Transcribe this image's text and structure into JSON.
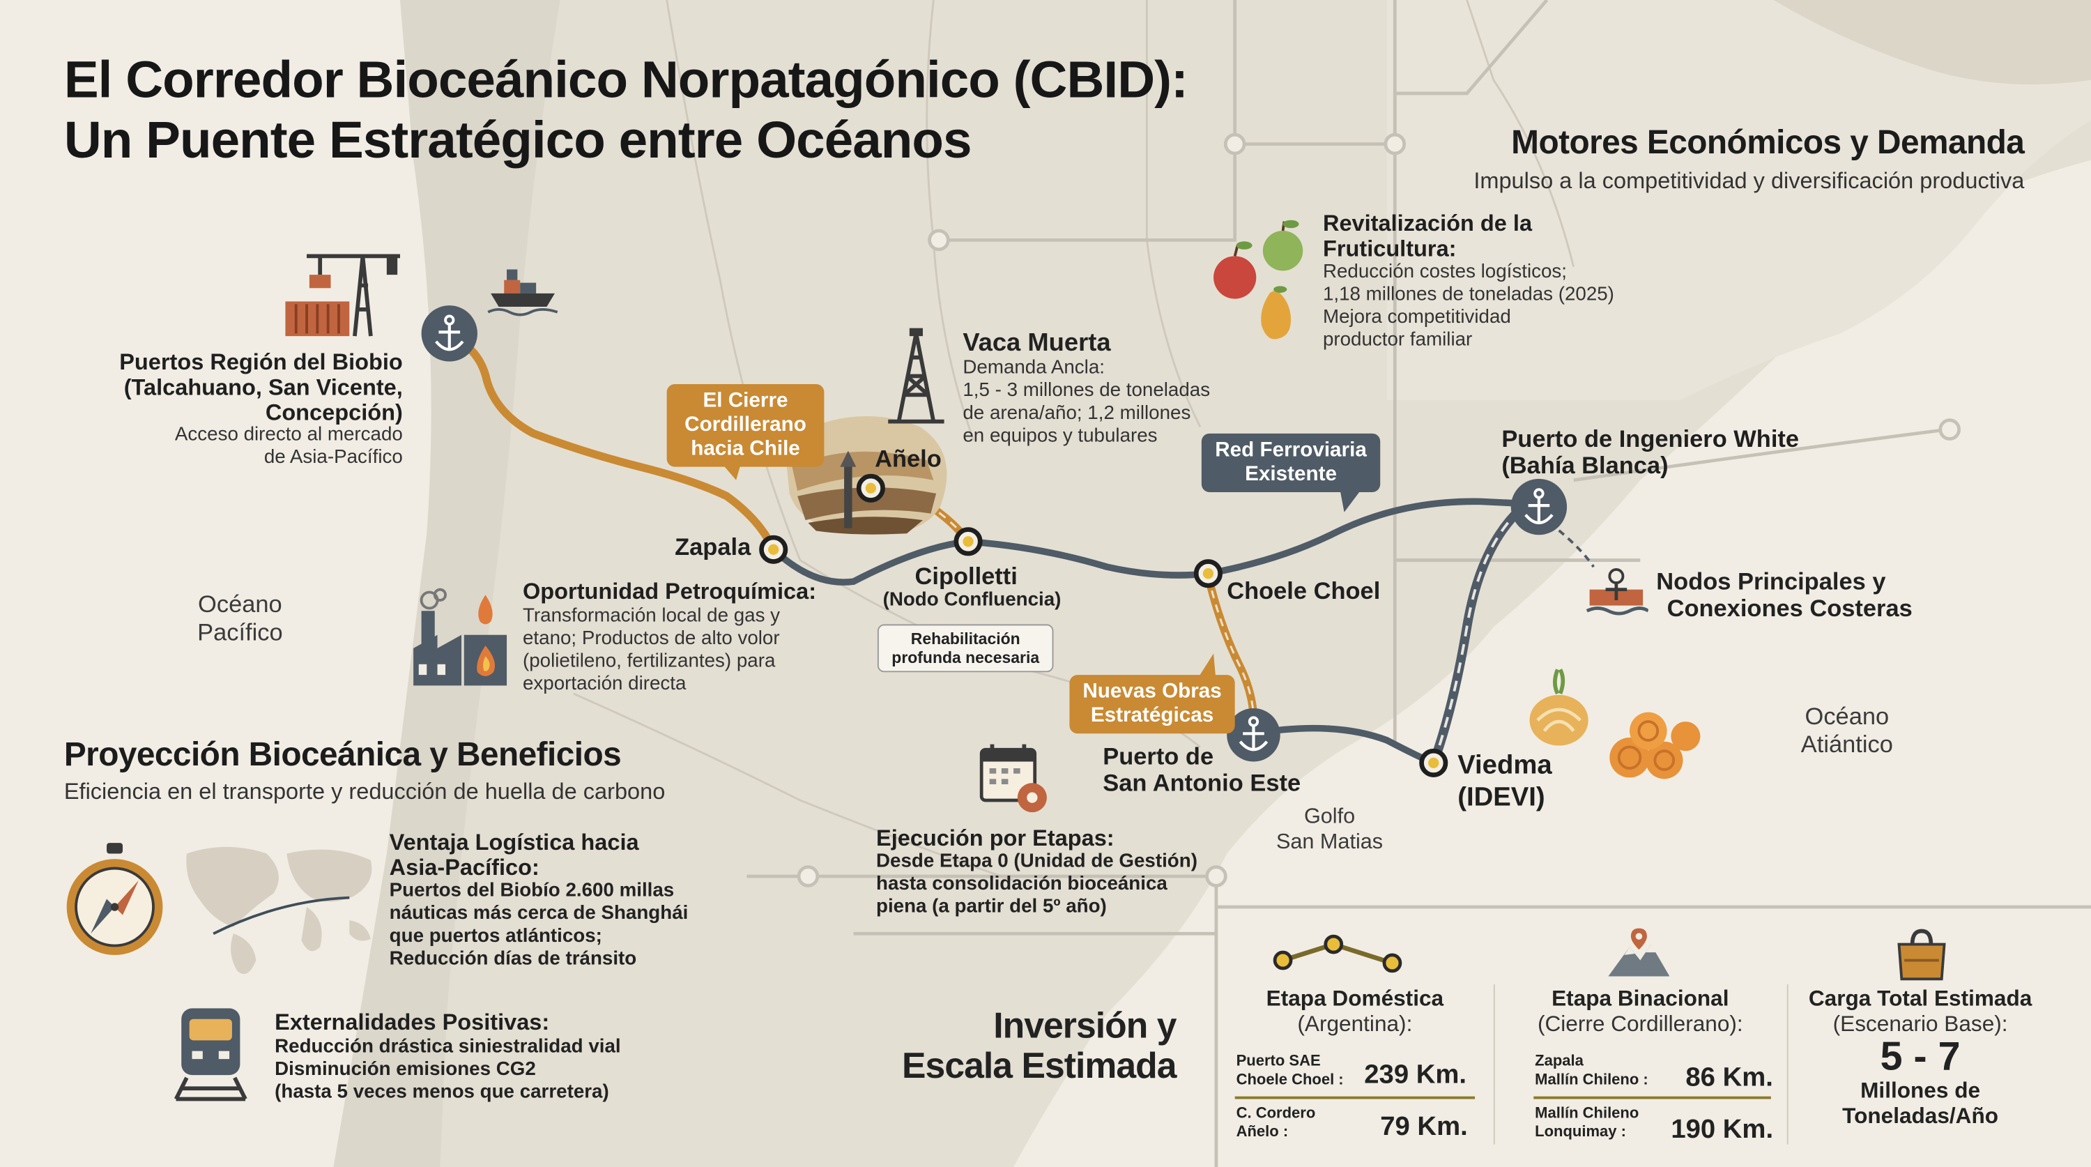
{
  "title": {
    "line1": "El Corredor Bioceánico Norpatagónico (CBID):",
    "line2": "Un Puente Estratégico entre Océanos"
  },
  "motores": {
    "heading": "Motores Económicos y Demanda",
    "subtitle": "Impulso a la competitividad y diversificación productiva",
    "fruticultura": {
      "title_l1": "Revitalización de la",
      "title_l2": "Fruticultura:",
      "l1": "Reducción costes logísticos;",
      "l2": "1,18 millones de toneladas (2025)",
      "l3": "Mejora competitividad",
      "l4": "productor familiar"
    }
  },
  "vaca_muerta": {
    "title": "Vaca Muerta",
    "l1": "Demanda Ancla:",
    "l2": "1,5 - 3 millones de toneladas",
    "l3": "de arena/año; 1,2 millones",
    "l4": "en equipos y tubulares"
  },
  "biobio": {
    "title_l1": "Puertos Región del Biobio",
    "title_l2": "(Talcahuano, San Vicente,",
    "title_l3": "Concepción)",
    "l1": "Acceso directo al mercado",
    "l2": "de Asia-Pacífico"
  },
  "petroquimica": {
    "title": "Oportunidad Petroquímica:",
    "l1": "Transformación local de gas y",
    "l2": "etano; Productos de alto volor",
    "l3": "(polietileno, fertilizantes) para",
    "l4": "exportación directa"
  },
  "oceans": {
    "pacific_l1": "Océano",
    "pacific_l2": "Pacífico",
    "atlantic_l1": "Océano",
    "atlantic_l2": "Atiántico",
    "gulf_l1": "Golfo",
    "gulf_l2": "San Matias"
  },
  "tags": {
    "cierre_l1": "El Cierre",
    "cierre_l2": "Cordillerano",
    "cierre_l3": "hacia Chile",
    "red_l1": "Red Ferroviaria",
    "red_l2": "Existente",
    "nuevas_l1": "Nuevas Obras",
    "nuevas_l2": "Estratégicas",
    "rehab_l1": "Rehabilitación",
    "rehab_l2": "profunda necesaria"
  },
  "cities": {
    "anelo": "Añelo",
    "zapala": "Zapala",
    "cipolletti": "Cipolletti",
    "cipolletti_sub": "(Nodo Confluencia)",
    "choele": "Choele Choel",
    "white_l1": "Puerto de Ingeniero White",
    "white_l2": "(Bahía Blanca)",
    "sae_l1": "Puerto de",
    "sae_l2": "San Antonio Este",
    "viedma_l1": "Viedma",
    "viedma_l2": "(IDEVI)"
  },
  "nodos": {
    "l1": "Nodos Principales y",
    "l2": "Conexiones Costeras"
  },
  "proyeccion": {
    "heading": "Proyección Bioceánica y Beneficios",
    "subtitle": "Eficiencia en el transporte y reducción de huella de carbono",
    "ventaja": {
      "title_l1": "Ventaja Logística hacia",
      "title_l2": "Asia-Pacífico:",
      "l1": "Puertos del Biobío 2.600 millas",
      "l2": "náuticas más cerca de Shanghái",
      "l3": "que puertos atlánticos;",
      "l4": "Reducción días de tránsito"
    },
    "externalidades": {
      "title": "Externalidades Positivas:",
      "l1": "Reducción drástica siniestralidad vial",
      "l2": "Disminución emisiones CG2",
      "l3": "(hasta 5 veces menos que carretera)"
    }
  },
  "ejecucion": {
    "title": "Ejecución por Etapas:",
    "l1": "Desde Etapa 0 (Unidad de Gestión)",
    "l2": "hasta consolidación bioceánica",
    "l3": "piena (a partir del 5º año)"
  },
  "inversion": {
    "heading_l1": "Inversión y",
    "heading_l2": "Escala Estimada",
    "domestica": {
      "title": "Etapa Doméstica",
      "sub": "(Argentina):",
      "r1_l1": "Puerto SAE",
      "r1_l2": "Choele Choel :",
      "r1_km": "239 Km.",
      "r2_l1": "C. Cordero",
      "r2_l2": "Añelo :",
      "r2_km": "79 Km."
    },
    "binacional": {
      "title": "Etapa Binacional",
      "sub": "(Cierre Cordillerano):",
      "r1_l1": "Zapala",
      "r1_l2": "Mallín Chileno :",
      "r1_km": "86 Km.",
      "r2_l1": "Mallín Chileno",
      "r2_l2": "Lonquimay :",
      "r2_km": "190 Km."
    },
    "carga": {
      "title": "Carga Total Estimada",
      "sub": "(Escenario Base):",
      "value": "5 - 7",
      "l1": "Millones de",
      "l2": "Toneladas/Año"
    }
  },
  "colors": {
    "background": "#f1ede4",
    "land": "#e3ded2",
    "orange_route": "#c98a33",
    "slate_route": "#4f5b66"
  }
}
